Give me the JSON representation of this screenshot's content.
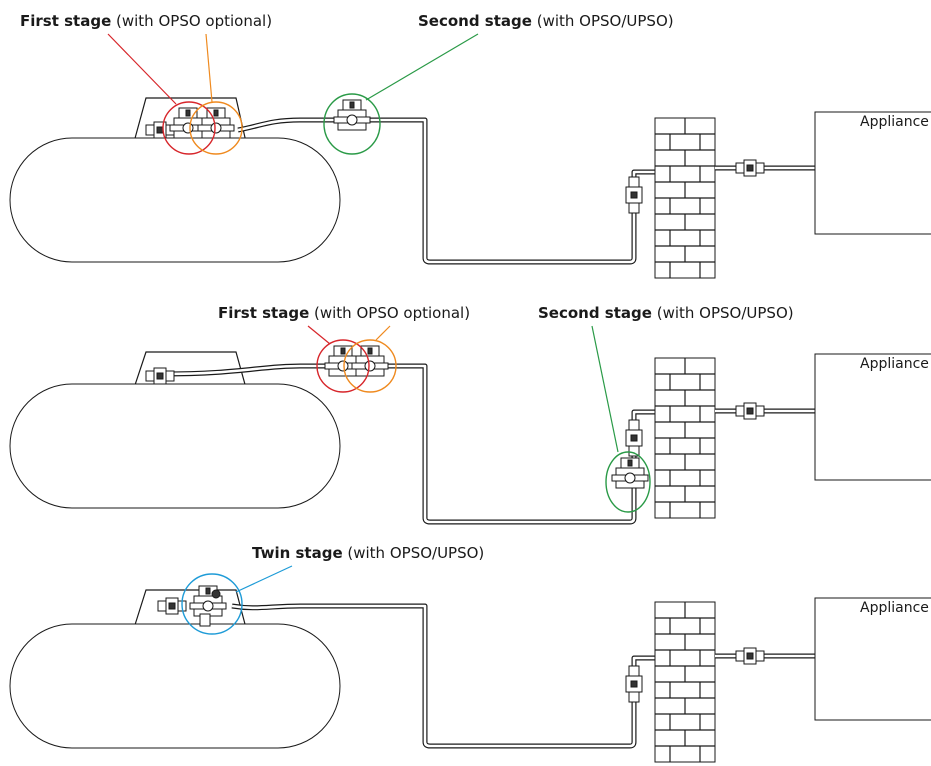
{
  "colors": {
    "first_stage": "#d7262b",
    "opso_optional": "#ef8a1f",
    "second_stage": "#2a9a47",
    "twin_stage": "#1e9bd7",
    "line": "#1a1a1a"
  },
  "panels": [
    {
      "callouts": [
        {
          "bold": "First stage",
          "rest": " (with OPSO optional)"
        },
        {
          "bold": "Second stage",
          "rest": " (with OPSO/UPSO)"
        }
      ],
      "appliance_label": "Appliance"
    },
    {
      "callouts": [
        {
          "bold": "First stage",
          "rest": " (with OPSO optional)"
        },
        {
          "bold": "Second stage",
          "rest": " (with OPSO/UPSO)"
        }
      ],
      "appliance_label": "Appliance"
    },
    {
      "callouts": [
        {
          "bold": "Twin stage",
          "rest": " (with OPSO/UPSO)"
        }
      ],
      "appliance_label": "Appliance"
    }
  ]
}
